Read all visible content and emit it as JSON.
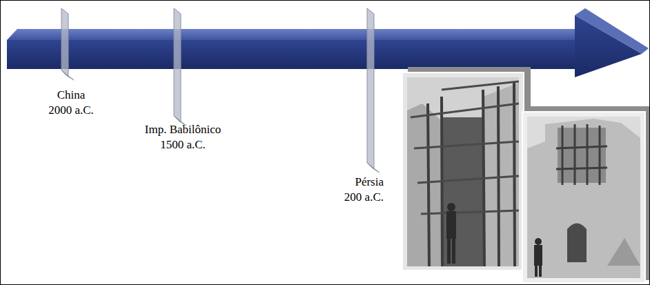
{
  "diagram": {
    "labels": [
      "China",
      "2000 a.C.",
      "Imp. Babilônico",
      "1500 a.C.",
      "Pérsia",
      "200 a.C."
    ]
  }
}
